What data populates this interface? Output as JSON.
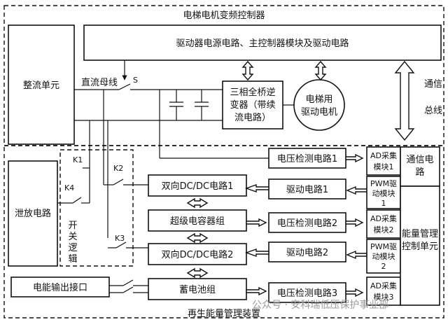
{
  "labels": {
    "controller_title": "电梯电机变频控制器",
    "drive_power": "驱动器电源电路、主控制器模块及驱动电路",
    "rectifier": "整流单元",
    "dc_bus": "直流母线",
    "switch_s": "S",
    "inverter_l1": "三相全桥逆",
    "inverter_l2": "变器（带续",
    "inverter_l3": "流电路）",
    "motor_l1": "电梯用",
    "motor_l2": "驱动电机",
    "comm_bus_l1": "通信",
    "comm_bus_l2": "总线",
    "discharge": "泄放电路",
    "k1": "K1",
    "k2": "K2",
    "k3": "K3",
    "k4": "K4",
    "switch_logic_chars": [
      "开",
      "关",
      "逻",
      "辑"
    ],
    "vdetect1": "电压检测电路1",
    "vdetect2": "电压检测电路2",
    "vdetect3": "电压检测电路3",
    "dcdc1": "双向DC/DC电路1",
    "dcdc2": "双向DC/DC电路2",
    "drive1": "驱动电路1",
    "drive2": "驱动电路2",
    "supercap": "超级电容器组",
    "battery": "蓄电池组",
    "power_out": "电能输出接口",
    "ad1_l1": "AD采集",
    "ad1_l2": "模块1",
    "ad2_l1": "AD采集",
    "ad2_l2": "模块2",
    "ad3_l1": "AD采集",
    "ad3_l2": "模块3",
    "pwm1_l1": "PWM驱",
    "pwm1_l2": "动模块",
    "pwm1_l3": "1",
    "pwm2_l1": "PWM驱",
    "pwm2_l2": "动模块",
    "pwm2_l3": "2",
    "comm_circuit_l1": "通信电",
    "comm_circuit_l2": "路",
    "energy_mgmt_chars": [
      "能量管理",
      "控制单元"
    ],
    "regen_title": "再生能量管理装置",
    "watermark": "公众号 · 安科瑞低压保护事业部"
  }
}
